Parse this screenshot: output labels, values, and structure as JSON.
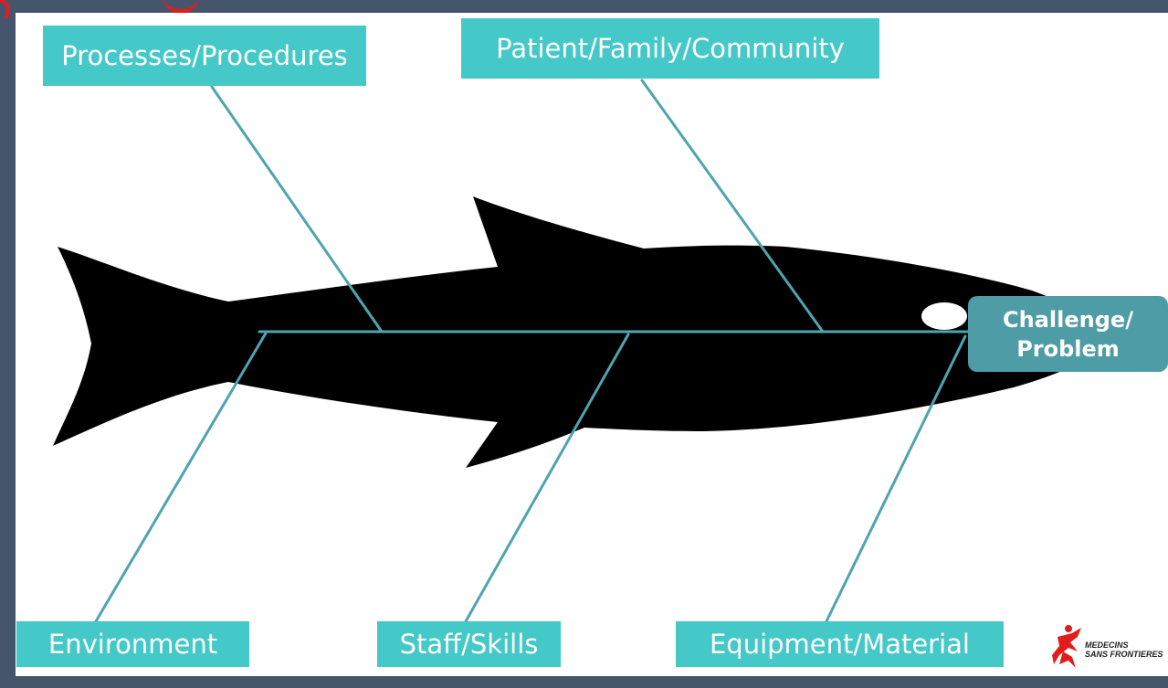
{
  "diagram": {
    "effect": {
      "line1": "Challenge/",
      "line2": "Problem"
    },
    "causes": {
      "processes": "Processes/Procedures",
      "patient": "Patient/Family/Community",
      "environment": "Environment",
      "staff": "Staff/Skills",
      "equipment": "Equipment/Material"
    }
  },
  "logo": {
    "line1": "MEDECINS",
    "line2": "SANS FRONTIERES"
  },
  "colors": {
    "cause_box": "#44c8c8",
    "effect_box": "#4d9ca6",
    "bone_line": "#4ea4b0",
    "fish": "#000000",
    "frame": "#45556b",
    "logo_red": "#e21c1c"
  }
}
